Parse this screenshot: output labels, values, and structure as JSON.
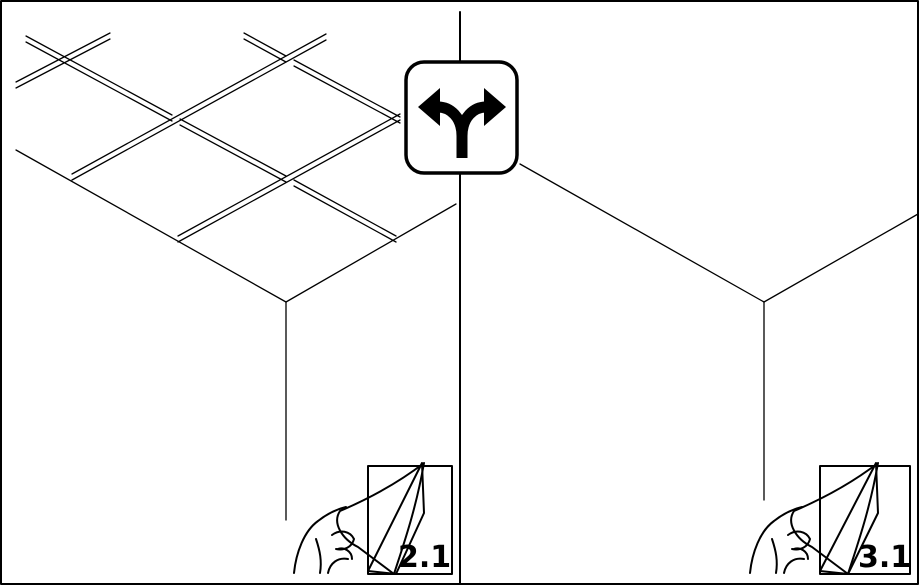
{
  "panels": [
    {
      "id": "left",
      "variant": "grid-ceiling",
      "page_ref": "2.1"
    },
    {
      "id": "right",
      "variant": "plain-ceiling",
      "page_ref": "3.1"
    }
  ],
  "icons": {
    "center": "branch-arrows-icon",
    "corner": "hand-turning-page-icon"
  },
  "colors": {
    "line": "#000000",
    "background": "#ffffff"
  }
}
